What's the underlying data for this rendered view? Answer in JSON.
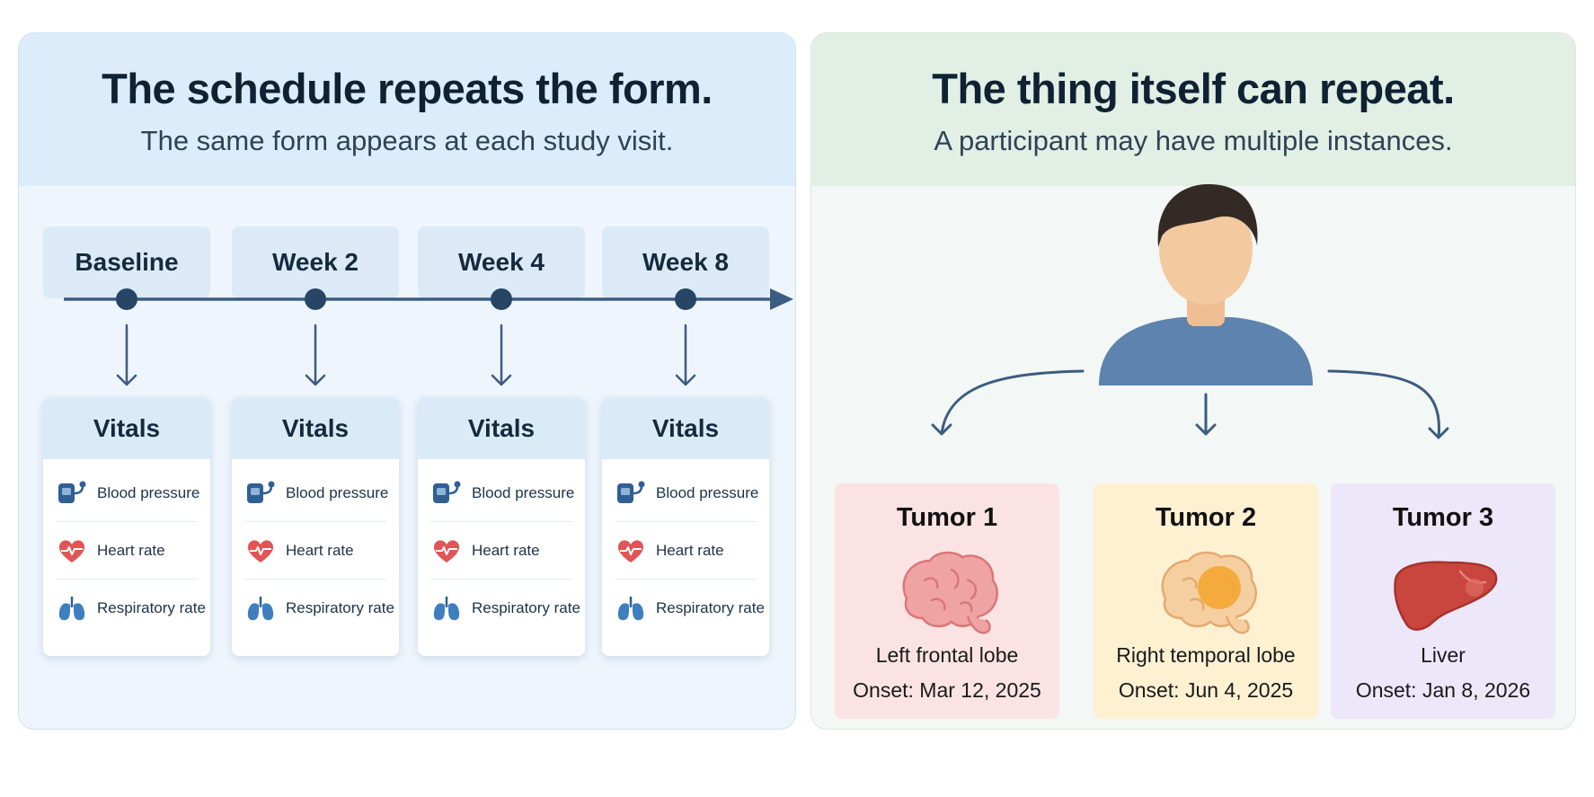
{
  "left_panel": {
    "title": "The schedule repeats the form.",
    "subtitle": "The same form appears at each study visit.",
    "visits": [
      {
        "label": "Baseline"
      },
      {
        "label": "Week 2"
      },
      {
        "label": "Week 4"
      },
      {
        "label": "Week 8"
      }
    ],
    "form": {
      "title": "Vitals",
      "fields": [
        {
          "label": "Blood pressure",
          "icon": "blood-pressure-cuff-icon"
        },
        {
          "label": "Heart rate",
          "icon": "heart-pulse-icon"
        },
        {
          "label": "Respiratory rate",
          "icon": "lungs-icon"
        }
      ]
    }
  },
  "right_panel": {
    "title": "The thing itself can repeat.",
    "subtitle": "A participant may have multiple instances.",
    "participant_icon": "person-icon",
    "tumors": [
      {
        "title": "Tumor 1",
        "location": "Left frontal lobe",
        "onset": "Onset: Mar 12, 2025",
        "icon": "brain-icon",
        "color": "#fbe3e3"
      },
      {
        "title": "Tumor 2",
        "location": "Right temporal lobe",
        "onset": "Onset: Jun 4, 2025",
        "icon": "brain-lesion-icon",
        "color": "#fdf1d2"
      },
      {
        "title": "Tumor 3",
        "location": "Liver",
        "onset": "Onset: Jan 8, 2026",
        "icon": "liver-icon",
        "color": "#ece7f9"
      }
    ]
  },
  "colors": {
    "timeline": "#3c5c80",
    "left_panel_bg": "#eef5fd",
    "right_panel_bg": "#f3f7f5",
    "heart": "#e05555",
    "device": "#2f5f93",
    "person_shirt": "#5c84ae",
    "person_hair": "#332a25",
    "person_skin": "#f3c9a0"
  }
}
